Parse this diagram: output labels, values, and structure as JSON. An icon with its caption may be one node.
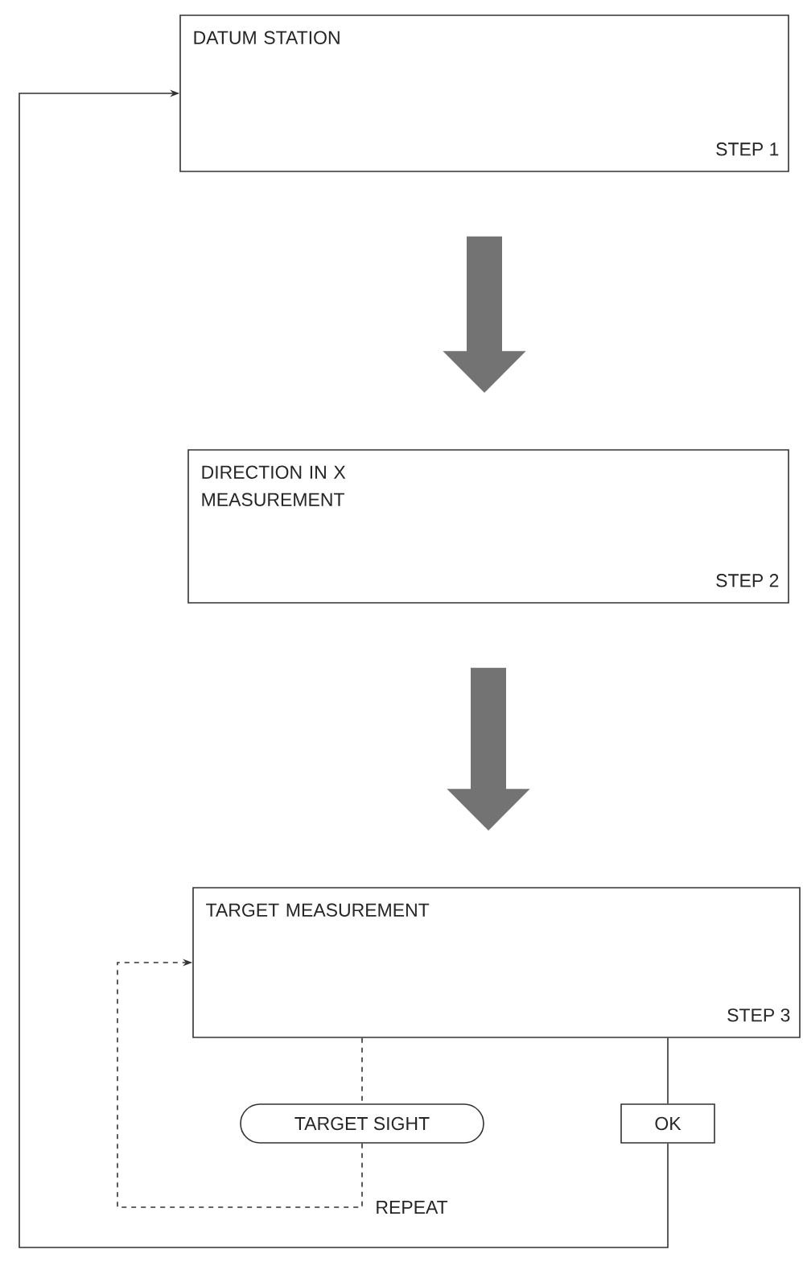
{
  "diagram": {
    "nodes": [
      {
        "text": [
          "DATUM STATION",
          "STEP 1"
        ]
      },
      {
        "text": [
          "DIRECTION IN X MEASUREMENT",
          "STEP 2"
        ]
      },
      {
        "text": [
          "TARGET MEASUREMENT",
          "STEP 3"
        ]
      },
      {
        "text": [
          "TARGET SIGHT"
        ]
      },
      {
        "text": [
          "OK"
        ]
      }
    ],
    "edges": [
      {
        "from": 0,
        "to": 1,
        "arrow": "to",
        "style": "thick"
      },
      {
        "from": 1,
        "to": 2,
        "arrow": "to",
        "style": "thick"
      },
      {
        "from": 2,
        "to": 3,
        "arrow": "none",
        "style": "dashed"
      },
      {
        "from": 3,
        "to": 2,
        "arrow": "to",
        "style": "dashed",
        "label": "REPEAT"
      },
      {
        "from": 2,
        "to": 4,
        "arrow": "none"
      },
      {
        "from": 4,
        "to": 0,
        "arrow": "to"
      }
    ]
  }
}
